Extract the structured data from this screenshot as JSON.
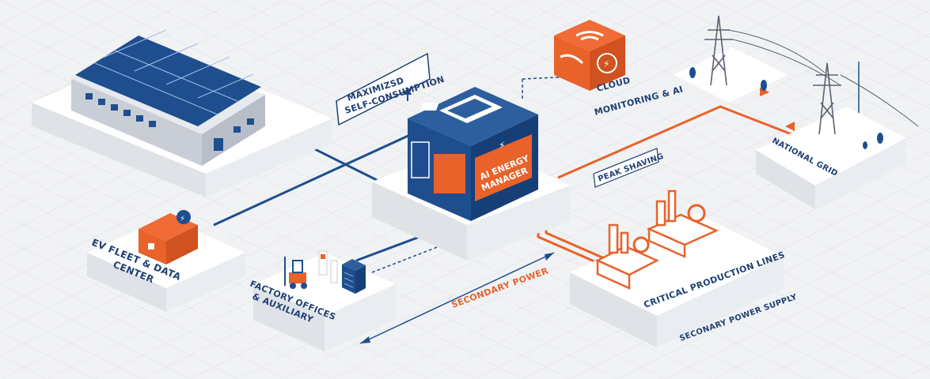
{
  "colors": {
    "navy": "#1f4e8f",
    "orange": "#e8622a",
    "platform": "#ffffff",
    "shadow": "#d9dde3",
    "background": "#f1f2f4"
  },
  "labels": {
    "self_consumption": [
      "MAXIMIZSD",
      "SELF-CONSUMPTION"
    ],
    "cloud": [
      "CLOUD",
      "MONITORING & AI"
    ],
    "manager": [
      "AI ENERGY",
      "MANAGER"
    ],
    "peak_shaving": "PEAK SHAVING",
    "national_grid": "NATIONAL GRID",
    "ev_fleet": [
      "EV FLEET & DATA",
      "CENTER"
    ],
    "factory_offices": [
      "FACTORY OFFICES",
      "& AUXILIARY"
    ],
    "secondary_power": "SECONDARY POWER",
    "critical_lines": "CRITICAL PRODUCTION LINES",
    "secondary_supply": "SECONARY POWER SUPPLY"
  },
  "icons": [
    "solar-panel-icon",
    "wifi-icon",
    "cloud-lightning-icon",
    "chip-icon",
    "lightning-icon",
    "battery-icon",
    "transmission-tower-icon",
    "tree-icon",
    "house-lightning-icon",
    "forklift-icon",
    "server-rack-icon",
    "charging-station-icon",
    "factory-machine-icon",
    "gear-icon"
  ]
}
